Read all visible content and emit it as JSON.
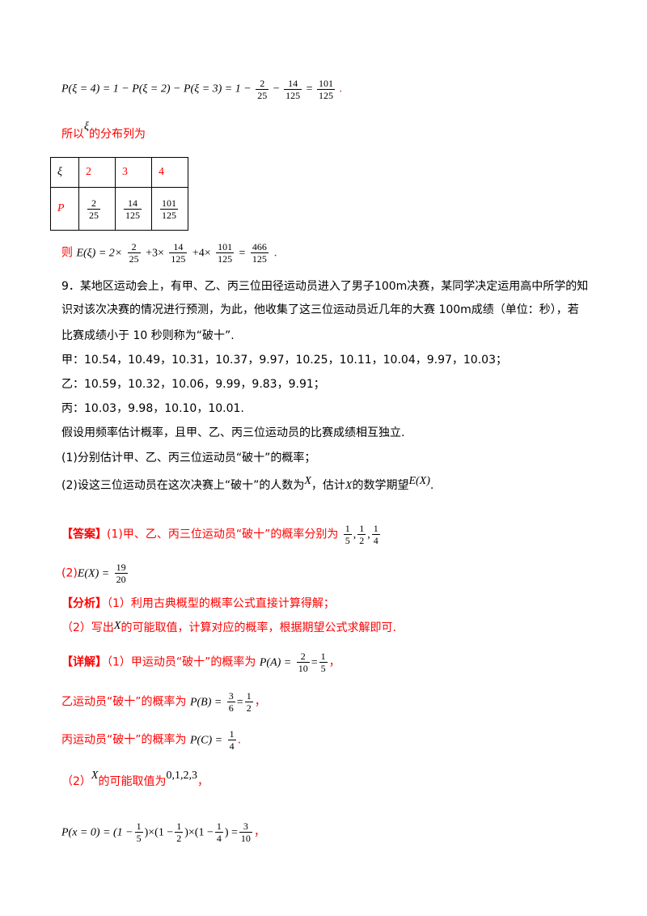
{
  "line_p4": {
    "lhs": "P(ξ = 4) = 1 − P(ξ = 2) − P(ξ = 3) = 1 −",
    "f1n": "2",
    "f1d": "25",
    "minus": "−",
    "f2n": "14",
    "f2d": "125",
    "eq": "=",
    "f3n": "101",
    "f3d": "125",
    "end": "."
  },
  "dist_intro": {
    "text1": "所以",
    "xi": "ξ",
    "text2": "的分布列为"
  },
  "table": {
    "head": [
      "ξ",
      "2",
      "3",
      "4"
    ],
    "p_label": "P",
    "p_vals": [
      {
        "n": "2",
        "d": "25"
      },
      {
        "n": "14",
        "d": "125"
      },
      {
        "n": "101",
        "d": "125"
      }
    ]
  },
  "expectation": {
    "prefix": "则",
    "lhs": "E(ξ) = 2×",
    "t1": {
      "n": "2",
      "d": "25"
    },
    "p1": "+3×",
    "t2": {
      "n": "14",
      "d": "125"
    },
    "p2": "+4×",
    "t3": {
      "n": "101",
      "d": "125"
    },
    "eq": "=",
    "t4": {
      "n": "466",
      "d": "125"
    },
    "end": "."
  },
  "q9": {
    "l1": "9．某地区运动会上，有甲、乙、丙三位田径运动员进入了男子100m决赛，某同学决定运用高中所学的知",
    "l2": "识对该次决赛的情况进行预测，为此，他收集了这三位运动员近几年的大赛 100m成绩（单位：秒），若",
    "l3": "比赛成绩小于 10 秒则称为“破十”.",
    "jia": "甲：10.54，10.49，10.31，10.37，9.97，10.25，10.11，10.04，9.97，10.03；",
    "yi": "乙：10.59，10.32，10.06，9.99，9.83，9.91；",
    "bing": "丙：10.03，9.98，10.10，10.01.",
    "assume": "假设用频率估计概率，且甲、乙、丙三位运动员的比赛成绩相互独立.",
    "s1": "(1)分别估计甲、乙、丙三位运动员“破十”的概率；",
    "s2a": "(2)设这三位运动员在这次决赛上“破十”的人数为",
    "x1": "X",
    "s2b": "，估计",
    "x2": "X",
    "s2c": "的数学期望",
    "ex": "E(X)",
    "s2d": "."
  },
  "answer": {
    "tag": "【答案】",
    "text": "(1)甲、乙、丙三位运动员“破十”的概率分别为",
    "f1": {
      "n": "1",
      "d": "5"
    },
    "c1": ",",
    "f2": {
      "n": "1",
      "d": "2"
    },
    "c2": ",",
    "f3": {
      "n": "1",
      "d": "4"
    },
    "p2": "(2)",
    "ex": "E(X) =",
    "f4": {
      "n": "19",
      "d": "20"
    }
  },
  "analysis": {
    "tag": "【分析】",
    "l1": "（1）利用古典概型的概率公式直接计算得解；",
    "l2a": "（2）写出",
    "x": "X",
    "l2b": "的可能取值，计算对应的概率，根据期望公式求解即可."
  },
  "detail": {
    "tag": "【详解】",
    "l1": "（1）甲运动员“破十”的概率为",
    "pa": "P(A) =",
    "pa_f1": {
      "n": "2",
      "d": "10"
    },
    "pa_eq": "=",
    "pa_f2": {
      "n": "1",
      "d": "5"
    },
    "pa_end": "，",
    "l2": "乙运动员“破十”的概率为",
    "pb": "P(B) =",
    "pb_f1": {
      "n": "3",
      "d": "6"
    },
    "pb_eq": "=",
    "pb_f2": {
      "n": "1",
      "d": "2"
    },
    "pb_end": "，",
    "l3": "丙运动员“破十”的概率为",
    "pc": "P(C) =",
    "pc_f": {
      "n": "1",
      "d": "4"
    },
    "pc_end": ".",
    "l4a": "（2）",
    "x": "X",
    "l4b": "的可能取值为",
    "vals": "0,1,2,3",
    "l4end": "，",
    "px0a": "P(x = 0) = (1 −",
    "px0_f1": {
      "n": "1",
      "d": "5"
    },
    "px0b": ")×(1 −",
    "px0_f2": {
      "n": "1",
      "d": "2"
    },
    "px0c": ")×(1 −",
    "px0_f3": {
      "n": "1",
      "d": "4"
    },
    "px0d": ") =",
    "px0_f4": {
      "n": "3",
      "d": "10"
    },
    "px0end": "，"
  },
  "colors": {
    "highlight": "#ff0000",
    "text": "#000000"
  }
}
